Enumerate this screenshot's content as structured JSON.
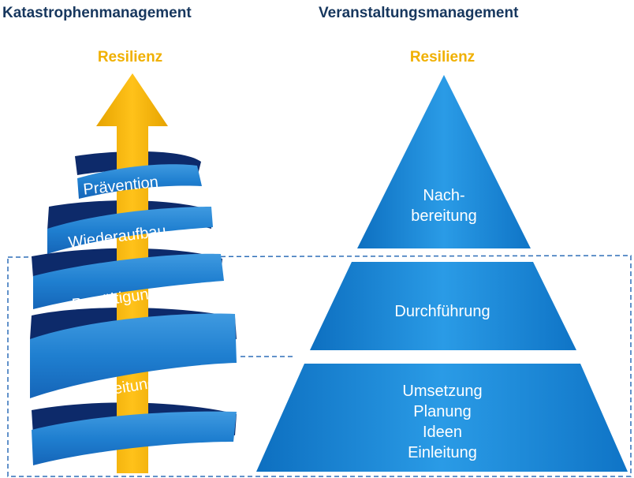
{
  "left_heading": "Katastrophenmanagement",
  "right_heading": "Veranstaltungsmanagement",
  "left_resilience_label": "Resilienz",
  "right_resilience_label": "Resilienz",
  "spiral_phases": [
    "Prävention",
    "Wiederaufbau",
    "Bewältigung",
    "Vorbereitung"
  ],
  "pyramid": {
    "top_lines": [
      "Nach-",
      "bereitung"
    ],
    "middle_lines": [
      "Durchführung"
    ],
    "bottom_lines": [
      "Umsetzung",
      "Planung",
      "Ideen",
      "Einleitung"
    ]
  },
  "colors": {
    "heading": "#17375e",
    "resilience": "#f0b000",
    "arrow": "#f5b400",
    "ribbon_front": "#1f7fd0",
    "ribbon_back": "#0d2a6a",
    "pyramid": "#1a8ad6",
    "dashed_line": "#2f6fb8"
  }
}
